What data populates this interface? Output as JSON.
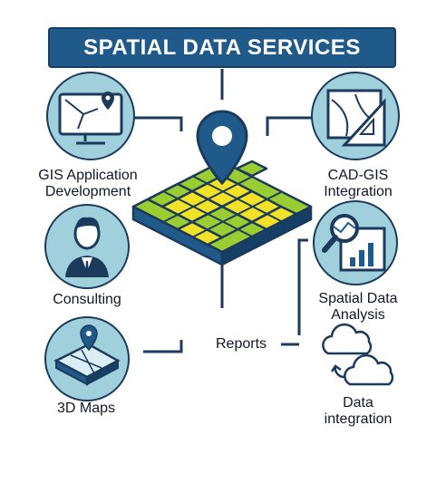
{
  "title": "SPATIAL DATA SERVICES",
  "services": {
    "gis": {
      "line1": "GIS Application",
      "line2": "Development"
    },
    "cad": {
      "line1": "CAD-GIS",
      "line2": "Integration"
    },
    "consulting": {
      "label": "Consulting"
    },
    "spatial": {
      "line1": "Spatial Data",
      "line2": "Analysis"
    },
    "reports": {
      "label": "Reports"
    },
    "maps3d": {
      "label": "3D Maps"
    },
    "integration": {
      "line1": "Data",
      "line2": "integration"
    }
  },
  "colors": {
    "navy": "#1b3a5c",
    "banner": "#1f5a8a",
    "circle": "#9fd0dc",
    "green": "#9acd32",
    "yellow": "#f2e227",
    "white": "#ffffff"
  }
}
